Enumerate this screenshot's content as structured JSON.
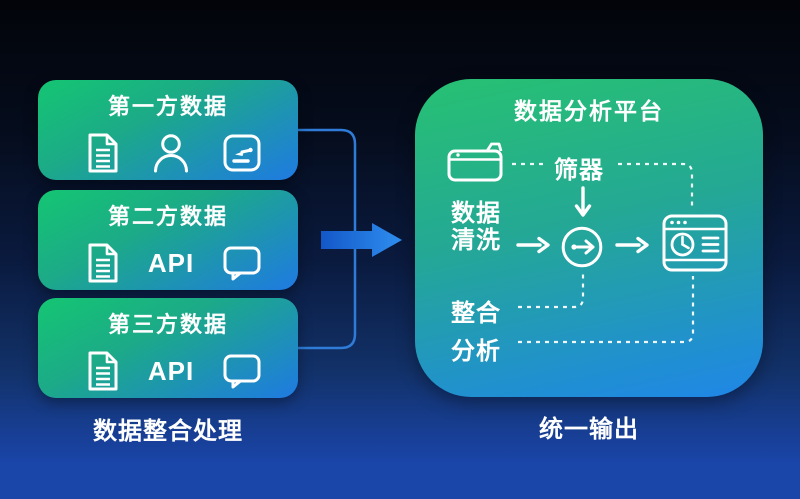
{
  "left_section": {
    "cards": [
      {
        "title": "第一方数据",
        "icons": [
          "document-icon",
          "person-icon",
          "pointer-box-icon"
        ]
      },
      {
        "title": "第二方数据",
        "api_label": "API",
        "icons": [
          "document-icon",
          "chat-icon"
        ]
      },
      {
        "title": "第三方数据",
        "api_label": "API",
        "icons": [
          "document-icon",
          "chat-icon"
        ]
      }
    ],
    "caption": "数据整合处理"
  },
  "right_section": {
    "title": "数据分析平台",
    "filter_label": "筛器",
    "cleaning_line1": "数据",
    "cleaning_line2": "清洗",
    "integrate_label": "整合",
    "analyze_label": "分析",
    "caption": "统一输出",
    "icons": [
      "storage-box-icon",
      "process-circle-icon",
      "dashboard-browser-icon"
    ]
  },
  "palette": {
    "background_top": "#020409",
    "background_bottom": "#1a45a9",
    "card_gradient_start": "#14c672",
    "card_gradient_end": "#1f7ae2",
    "panel_gradient_start": "#27c172",
    "panel_gradient_end": "#1f86e8",
    "bracket_line": "#2e7cd8",
    "big_arrow_start": "#1357c8",
    "big_arrow_end": "#2f8ff0",
    "line_color": "#ffffff"
  }
}
